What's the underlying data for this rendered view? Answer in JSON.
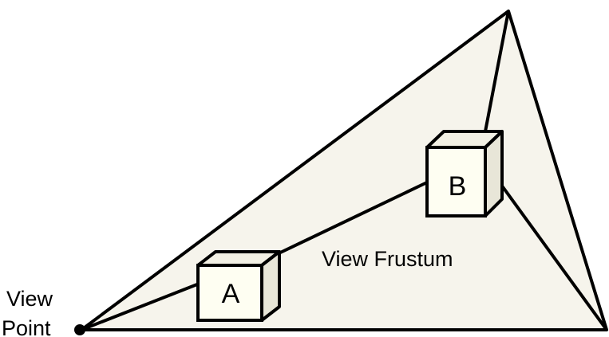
{
  "labels": {
    "view_point": [
      "View",
      "Point"
    ],
    "frustum": "View Frustum"
  },
  "boxes": [
    {
      "id": "A",
      "label": "A"
    },
    {
      "id": "B",
      "label": "B"
    }
  ],
  "colors": {
    "frustum_fill": "#f6f4ec",
    "box_front": "#fefef2",
    "box_top": "#f2f0e4",
    "box_side": "#e8e6d8",
    "stroke": "#000000"
  }
}
